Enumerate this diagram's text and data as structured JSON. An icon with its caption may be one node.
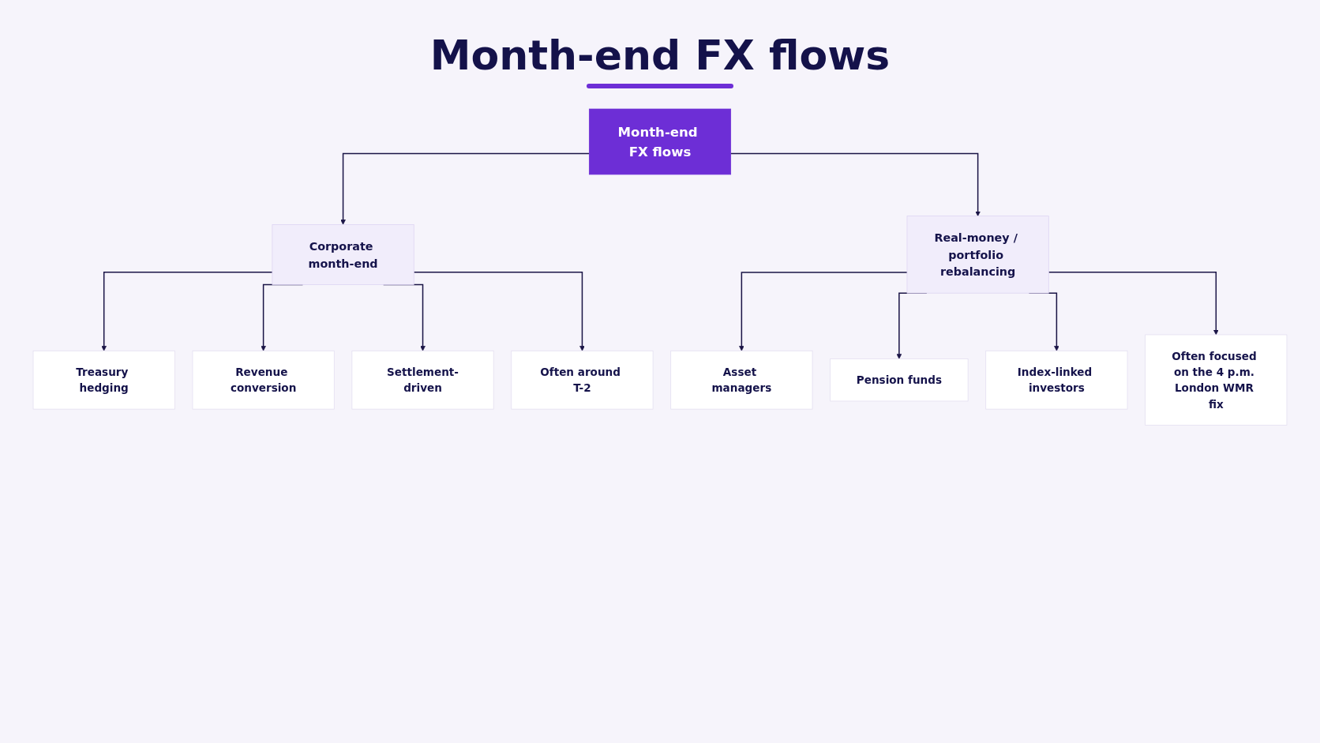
{
  "diagram": {
    "title": "Month-end FX flows",
    "nodes": [
      {
        "text": [
          "Month-end FX flows"
        ]
      },
      {
        "text": [
          "Corporate month-end"
        ]
      },
      {
        "text": [
          "Real-money / portfolio rebalancing"
        ]
      },
      {
        "text": [
          "Treasury hedging"
        ]
      },
      {
        "text": [
          "Revenue conversion"
        ]
      },
      {
        "text": [
          "Settlement-driven"
        ]
      },
      {
        "text": [
          "Often around T-2"
        ]
      },
      {
        "text": [
          "Asset managers"
        ]
      },
      {
        "text": [
          "Pension funds"
        ]
      },
      {
        "text": [
          "Index-linked investors"
        ]
      },
      {
        "text": [
          "Often focused on the 4 p.m. London WMR fix"
        ]
      }
    ],
    "edges": [
      {
        "from": 0,
        "to": 1,
        "arrow": "to"
      },
      {
        "from": 0,
        "to": 2,
        "arrow": "to"
      },
      {
        "from": 1,
        "to": 3,
        "arrow": "to"
      },
      {
        "from": 1,
        "to": 4,
        "arrow": "to"
      },
      {
        "from": 1,
        "to": 5,
        "arrow": "to"
      },
      {
        "from": 1,
        "to": 6,
        "arrow": "to"
      },
      {
        "from": 2,
        "to": 7,
        "arrow": "to"
      },
      {
        "from": 2,
        "to": 8,
        "arrow": "to"
      },
      {
        "from": 2,
        "to": 9,
        "arrow": "to"
      },
      {
        "from": 2,
        "to": 10,
        "arrow": "to"
      }
    ]
  }
}
